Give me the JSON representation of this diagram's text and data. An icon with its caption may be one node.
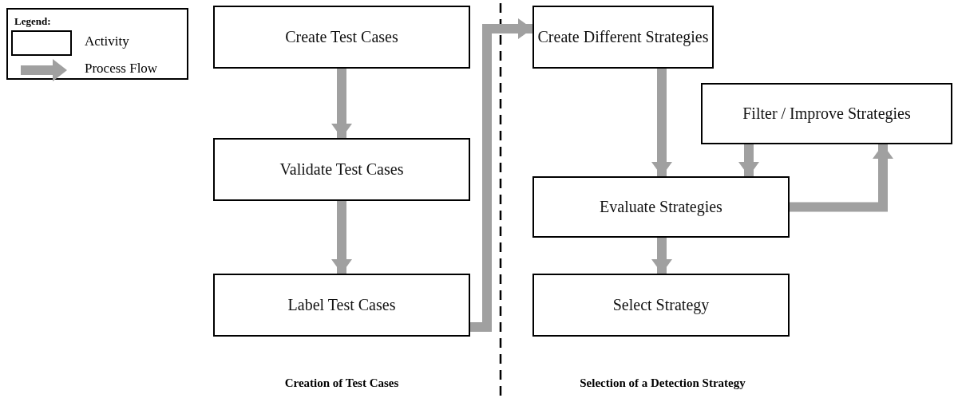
{
  "diagram": {
    "nodes": [
      {
        "text": [
          "Create Test Cases"
        ]
      },
      {
        "text": [
          "Validate Test Cases"
        ]
      },
      {
        "text": [
          "Label Test Cases"
        ]
      },
      {
        "text": [
          "Create Different Strategies"
        ]
      },
      {
        "text": [
          "Filter / Improve Strategies"
        ]
      },
      {
        "text": [
          "Evaluate Strategies"
        ]
      },
      {
        "text": [
          "Select Strategy"
        ]
      }
    ],
    "edges": [
      {
        "from": 0,
        "to": 1,
        "arrow": "to"
      },
      {
        "from": 1,
        "to": 2,
        "arrow": "to"
      },
      {
        "from": 2,
        "to": 3,
        "arrow": "to"
      },
      {
        "from": 3,
        "to": 5,
        "arrow": "to"
      },
      {
        "from": 4,
        "to": 5,
        "arrow": "to"
      },
      {
        "from": 5,
        "to": 4,
        "arrow": "to"
      },
      {
        "from": 5,
        "to": 6,
        "arrow": "to"
      }
    ],
    "labels": [
      "Legend:",
      "Creation of Test Cases",
      "Selection of a Detection Strategy"
    ],
    "legend": [
      {
        "text": "Activity"
      },
      {
        "text": "Process Flow"
      }
    ]
  }
}
